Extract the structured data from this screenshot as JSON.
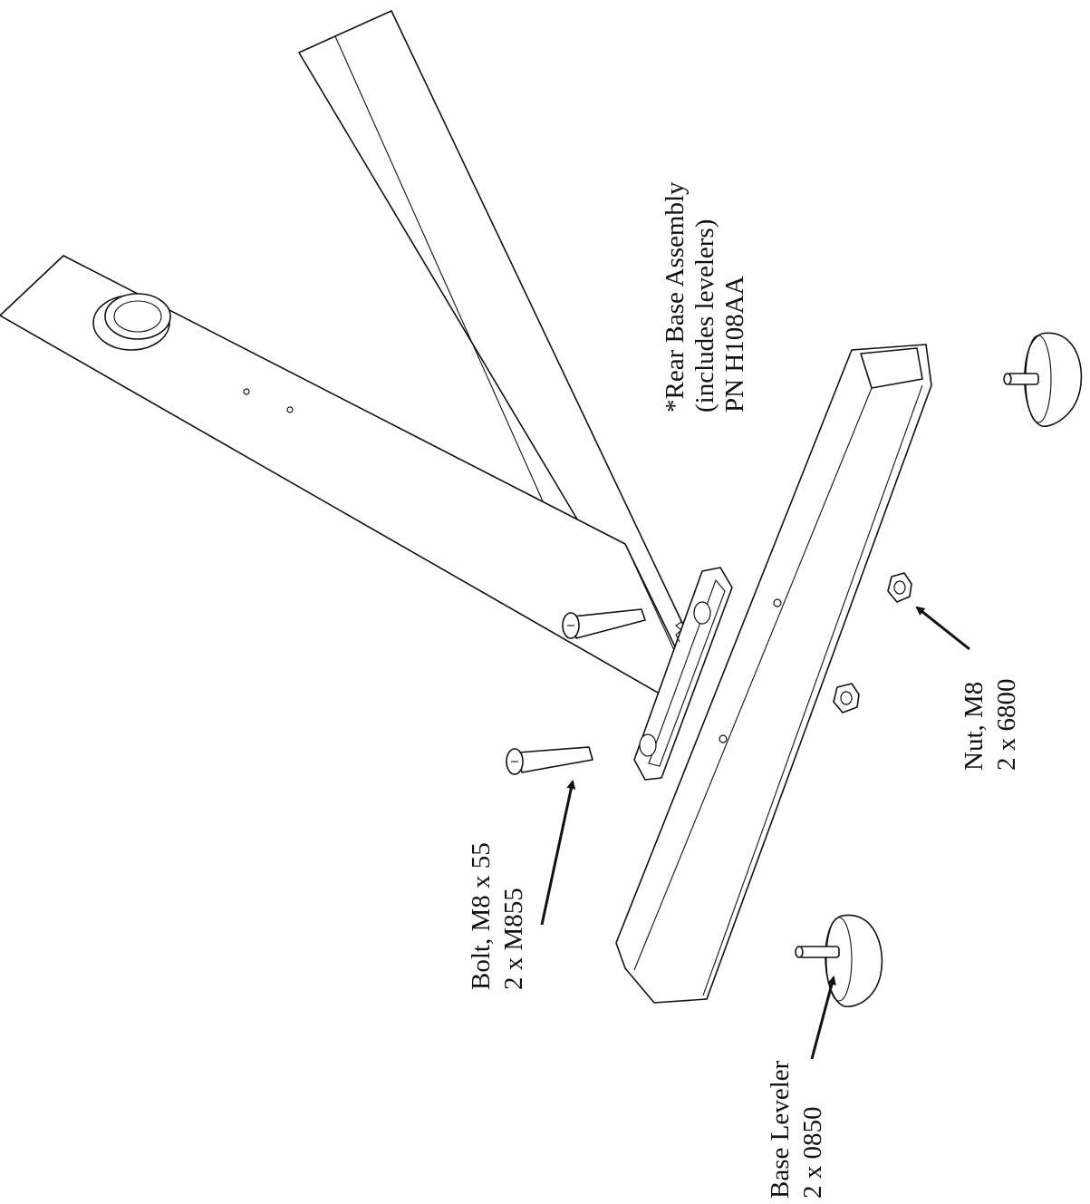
{
  "labels": {
    "rear_base": {
      "line1": "*Rear Base Assembly",
      "line2": "(includes levelers)",
      "line3": "PN H108AA"
    },
    "nut": {
      "line1": "Nut, M8",
      "line2": "2 x 6800"
    },
    "bolt": {
      "line1": "Bolt, M8 x 55",
      "line2": "2 x M855"
    },
    "leveler": {
      "line1": "Base Leveler",
      "line2": "2 x 0850"
    }
  }
}
